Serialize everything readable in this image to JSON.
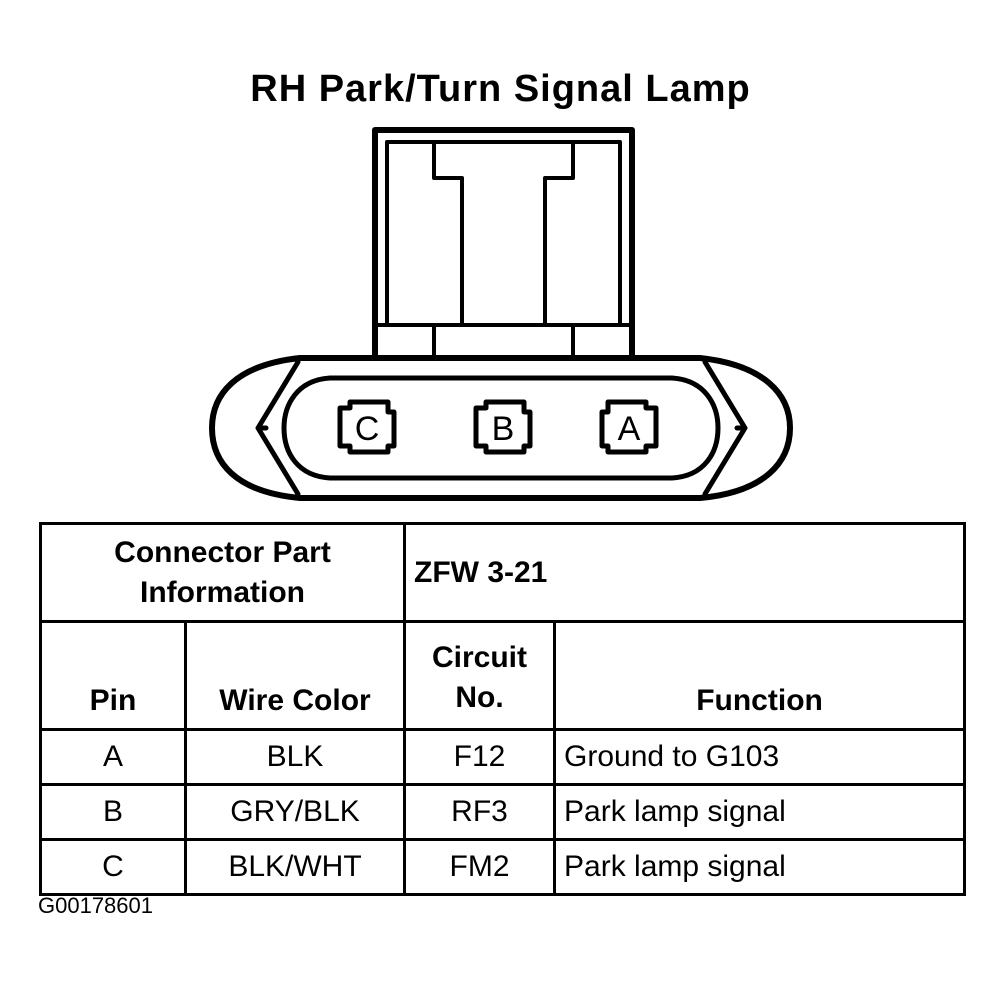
{
  "title": "RH Park/Turn Signal Lamp",
  "connector": {
    "pins": [
      "C",
      "B",
      "A"
    ]
  },
  "table": {
    "part_info_label": "Connector Part Information",
    "part_info_value": "ZFW 3-21",
    "columns": {
      "pin": "Pin",
      "wire_color": "Wire Color",
      "circuit_no_line1": "Circuit",
      "circuit_no_line2": "No.",
      "function": "Function"
    },
    "rows": [
      {
        "pin": "A",
        "wire_color": "BLK",
        "circuit": "F12",
        "function": "Ground to G103"
      },
      {
        "pin": "B",
        "wire_color": "GRY/BLK",
        "circuit": "RF3",
        "function": "Park lamp signal"
      },
      {
        "pin": "C",
        "wire_color": "BLK/WHT",
        "circuit": "FM2",
        "function": "Park lamp signal"
      }
    ]
  },
  "figure_code": "G00178601"
}
